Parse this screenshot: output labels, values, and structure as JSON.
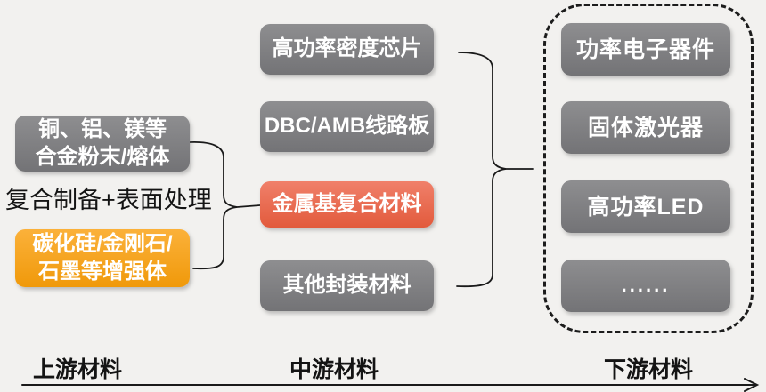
{
  "colors": {
    "background": "#f2f1ef",
    "gray_box": "#7d7d7f",
    "red_box": "#e8664a",
    "orange_box": "#f6a41d",
    "box_text": "#ffffff",
    "line": "#1a1a1a"
  },
  "upstream": {
    "alloy_box": {
      "lines": [
        "铜、铝、镁等",
        "合金粉末/熔体"
      ]
    },
    "process_label": "复合制备+表面处理",
    "reinforcement_box": {
      "lines": [
        "碳化硅/金刚石/",
        "石墨等增强体"
      ]
    }
  },
  "midstream": {
    "boxes": [
      "高功率密度芯片",
      "DBC/AMB线路板",
      "金属基复合材料",
      "其他封装材料"
    ]
  },
  "downstream": {
    "boxes": [
      "功率电子器件",
      "固体激光器",
      "高功率LED",
      "......"
    ]
  },
  "footer": {
    "labels": [
      "上游材料",
      "中游材料",
      "下游材料"
    ]
  }
}
